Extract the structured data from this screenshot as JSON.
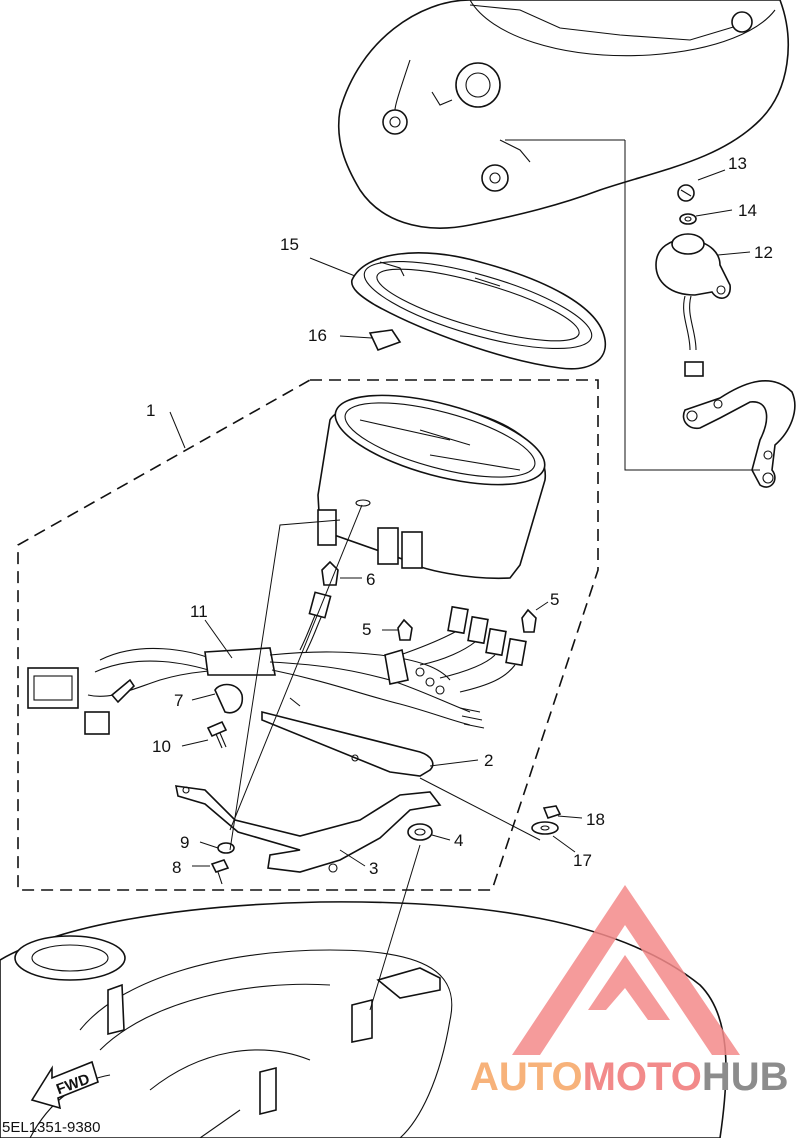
{
  "diagram": {
    "callouts": [
      "1",
      "2",
      "3",
      "4",
      "5",
      "5",
      "6",
      "7",
      "8",
      "9",
      "10",
      "11",
      "12",
      "13",
      "14",
      "15",
      "16",
      "17",
      "18"
    ],
    "fwd_label": "FWD",
    "diagram_code": "5EL1351-9380",
    "watermark": {
      "part1": "AUTO",
      "part2": "MOTO",
      "part3": "HUB",
      "color_auto": "#f7b27a",
      "color_moto": "#f28a8a",
      "color_hub": "#8c8c8c",
      "logo_color": "#f48a8a"
    }
  }
}
